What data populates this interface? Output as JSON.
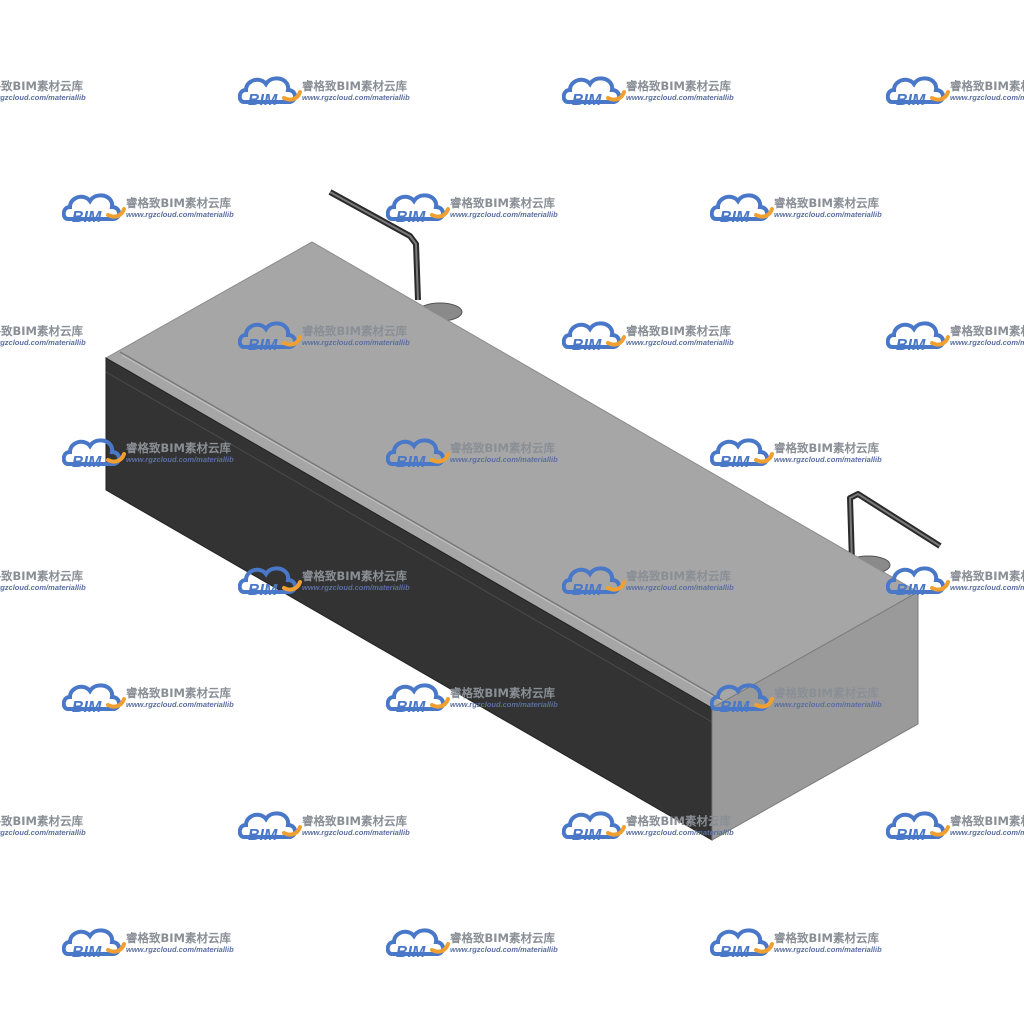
{
  "watermark": {
    "logo_text": "BIM",
    "title": "睿格致BIM素材云库",
    "url": "www.rgzcloud.com/materiallib",
    "logo_color": "#4a78c8",
    "accent_color": "#f0a030"
  },
  "model": {
    "top_color": "#a8a8a8",
    "front_color": "#333333",
    "side_color": "#9a9a9a",
    "lead_color": "#444444"
  }
}
